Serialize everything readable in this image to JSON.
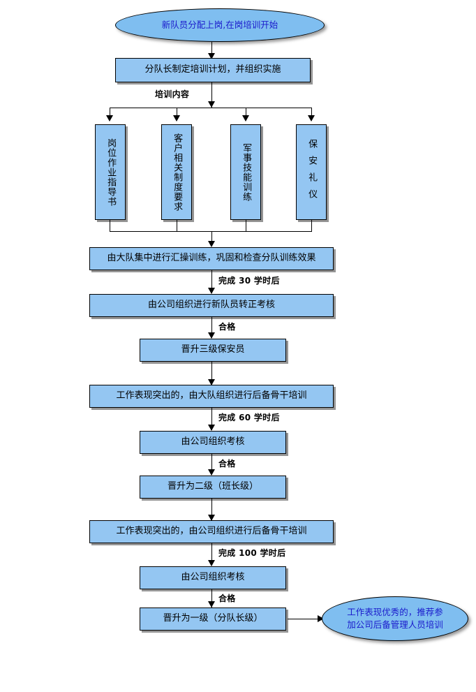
{
  "diagram": {
    "title_node": "新队员分配上岗,在岗培训开始",
    "nodes": {
      "start": "新队员分配上岗,在岗培训开始",
      "plan": "分队长制定培训计划，并组织实施",
      "content_1": "岗位作业指导书",
      "content_2": "客户相关制度要求",
      "content_3": "军事技能训练",
      "content_4": "保安礼仪",
      "brigade_drill": "由大队集中进行汇操训练，巩固和检查分队训练效果",
      "company_exam_1": "由公司组织进行新队员转正考核",
      "promote_level3": "晋升三级保安员",
      "reserve_training_brigade": "工作表现突出的，由大队组织进行后备骨干培训",
      "company_exam_2": "由公司组织考核",
      "promote_level2": "晋升为二级（班长级）",
      "reserve_training_company": "工作表现突出的，由公司组织进行后备骨干培训",
      "company_exam_3": "由公司组织考核",
      "promote_level1": "晋升为一级（分队长级）",
      "end": "工作表现优秀的，推荐参加公司后备管理人员培训",
      "end_line_1": "工作表现优秀的，推荐参",
      "end_line_2": "加公司后备管理人员培训"
    },
    "edge_labels": {
      "training_content": "培训内容",
      "hours_30": "完成 30 学时后",
      "pass_1": "合格",
      "hours_60": "完成 60 学时后",
      "pass_2": "合格",
      "hours_100": "完成 100 学时后",
      "pass_3": "合格"
    },
    "colors": {
      "node_fill": "#94C6F2",
      "ellipse_fill": "#7FBEF0",
      "node_border": "#000000",
      "ellipse_text": "#1A1ACC",
      "node_text": "#000000",
      "shadow": "#828282",
      "background": "#FFFFFF"
    }
  }
}
